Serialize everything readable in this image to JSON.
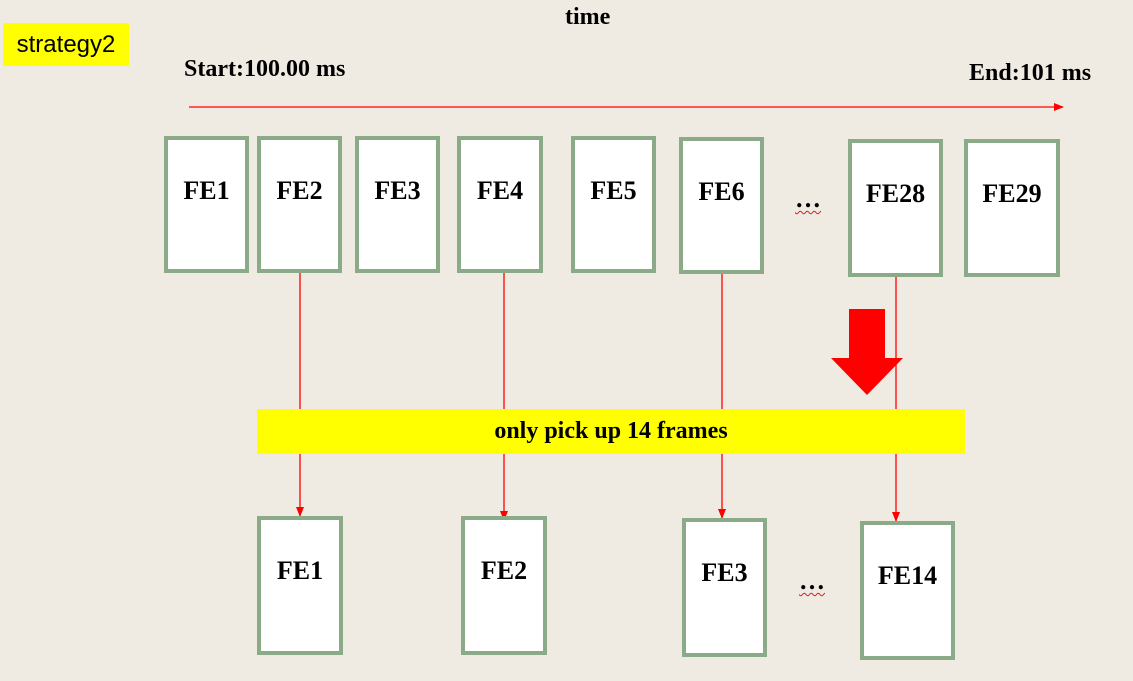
{
  "strategy_label": "strategy2",
  "axis": {
    "title": "time",
    "start_label": "Start:100.00 ms",
    "end_label": "End:101 ms"
  },
  "top_frames": [
    "FE1",
    "FE2",
    "FE3",
    "FE4",
    "FE5",
    "FE6",
    "FE28",
    "FE29"
  ],
  "top_ellipsis": "…",
  "banner_text": "only pick up 14 frames",
  "bottom_frames": [
    "FE1",
    "FE2",
    "FE3",
    "FE14"
  ],
  "bottom_ellipsis": "…",
  "colors": {
    "background": "#efebe2",
    "highlight": "#ffff00",
    "frame_border": "#8aaa88",
    "arrow": "#ff0000"
  }
}
